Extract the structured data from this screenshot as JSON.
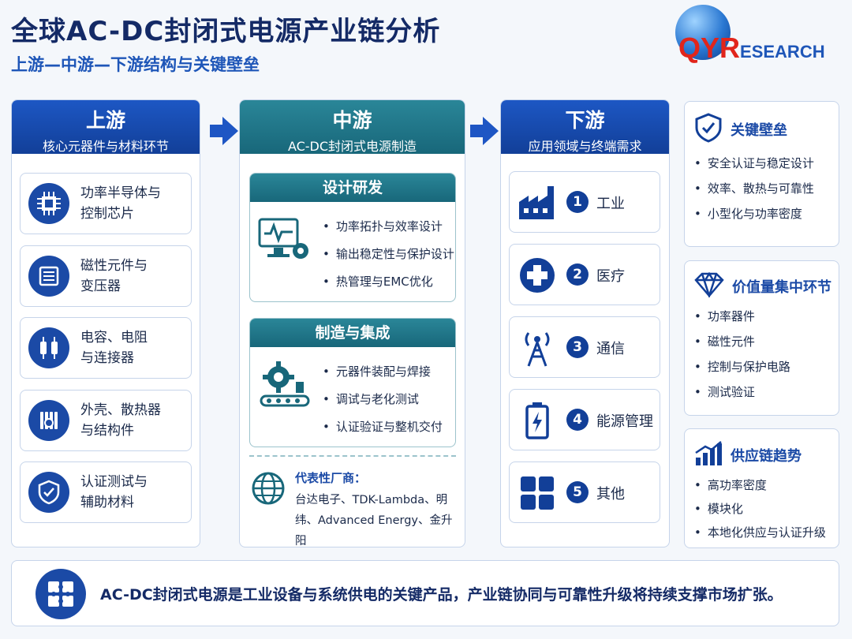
{
  "header": {
    "title": "全球AC-DC封闭式电源产业链分析",
    "subtitle": "上游—中游—下游结构与关键壁垒"
  },
  "logo": {
    "big": "QYR",
    "small": "ESEARCH"
  },
  "upstream": {
    "title": "上游",
    "subtitle": "核心元器件与材料环节",
    "items": [
      {
        "label": "功率半导体与\n控制芯片",
        "icon": "chip-icon"
      },
      {
        "label": "磁性元件与\n变压器",
        "icon": "transformer-icon"
      },
      {
        "label": "电容、电阻\n与连接器",
        "icon": "capacitor-icon"
      },
      {
        "label": "外壳、散热器\n与结构件",
        "icon": "heatsink-icon"
      },
      {
        "label": "认证测试与\n辅助材料",
        "icon": "shield-check-icon"
      }
    ]
  },
  "midstream": {
    "title": "中游",
    "subtitle": "AC-DC封闭式电源制造",
    "design": {
      "title": "设计研发",
      "items": [
        "功率拓扑与效率设计",
        "输出稳定性与保护设计",
        "热管理与EMC优化"
      ]
    },
    "manufacturing": {
      "title": "制造与集成",
      "items": [
        "元器件装配与焊接",
        "调试与老化测试",
        "认证验证与整机交付"
      ]
    },
    "manufacturers_label": "代表性厂商：",
    "manufacturers": "台达电子、TDK-Lambda、明纬、Advanced Energy、金升阳"
  },
  "downstream": {
    "title": "下游",
    "subtitle": "应用领域与终端需求",
    "items": [
      {
        "num": "1",
        "label": "工业",
        "icon": "factory-icon"
      },
      {
        "num": "2",
        "label": "医疗",
        "icon": "medical-cross-icon"
      },
      {
        "num": "3",
        "label": "通信",
        "icon": "tower-icon"
      },
      {
        "num": "4",
        "label": "能源管理",
        "icon": "battery-icon"
      },
      {
        "num": "5",
        "label": "其他",
        "icon": "grid-icon"
      }
    ]
  },
  "barriers": {
    "title": "关键壁垒",
    "items": [
      "安全认证与稳定设计",
      "效率、散热与可靠性",
      "小型化与功率密度"
    ]
  },
  "value": {
    "title": "价值量集中环节",
    "items": [
      "功率器件",
      "磁性元件",
      "控制与保护电路",
      "测试验证"
    ]
  },
  "trends": {
    "title": "供应链趋势",
    "items": [
      "高功率密度",
      "模块化",
      "本地化供应与认证升级"
    ]
  },
  "footer": {
    "text": "AC-DC封闭式电源是工业设备与系统供电的关键产品，产业链协同与可靠性升级将持续支撑市场扩张。"
  },
  "colors": {
    "primary": "#123f98",
    "teal": "#18677a",
    "accent": "#1e56c4",
    "logo_red": "#e1251b"
  }
}
